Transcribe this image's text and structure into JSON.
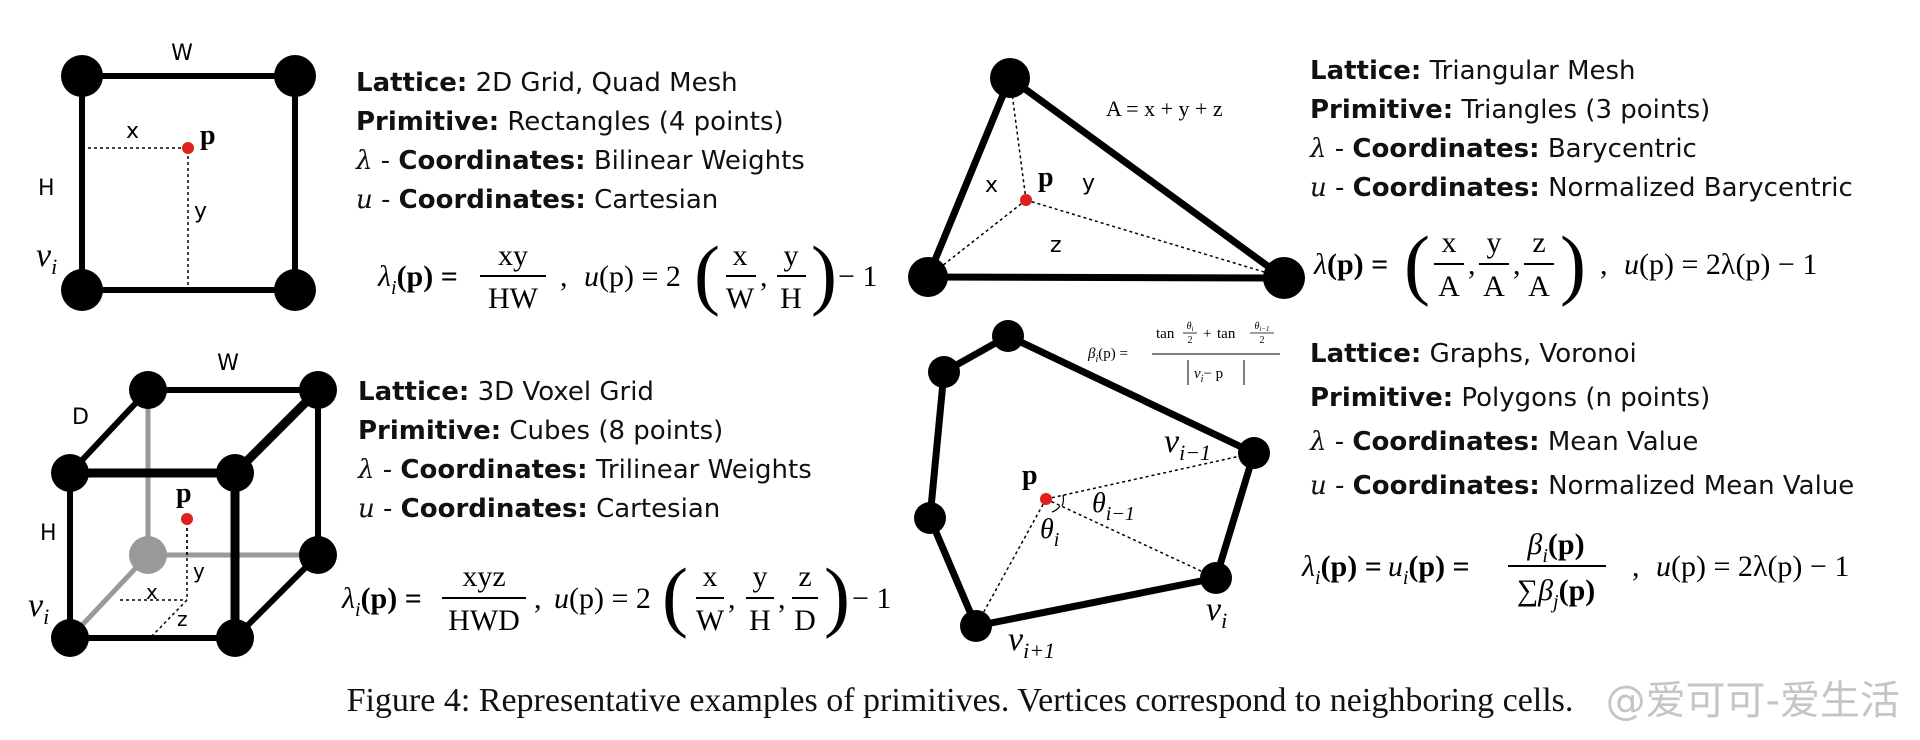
{
  "panels": [
    {
      "lattice_label": "Lattice:",
      "lattice": "2D Grid, Quad Mesh",
      "primitive_label": "Primitive:",
      "primitive": "Rectangles (4 points)",
      "lambda_sym": "λ",
      "lambda_label": "Coordinates:",
      "lambda": "Bilinear Weights",
      "u_sym": "u",
      "u_label": "Coordinates:",
      "u": "Cartesian",
      "labels": {
        "w": "W",
        "h": "H",
        "x": "x",
        "y": "y",
        "p": "p",
        "v": "v",
        "vsub": "i"
      },
      "formula": {
        "lhs": "λ",
        "lhs_sub": "i",
        "arg": "(p) =",
        "num": "xy",
        "den": "HW",
        "sep": ",",
        "u": "u",
        "uarg": "(p) = 2",
        "f1n": "x",
        "f1d": "W",
        "f2n": "y",
        "f2d": "H",
        "tail": "− 1"
      }
    },
    {
      "lattice_label": "Lattice:",
      "lattice": "3D Voxel Grid",
      "primitive_label": "Primitive:",
      "primitive": "Cubes (8 points)",
      "lambda_sym": "λ",
      "lambda_label": "Coordinates:",
      "lambda": "Trilinear Weights",
      "u_sym": "u",
      "u_label": "Coordinates:",
      "u": "Cartesian",
      "labels": {
        "w": "W",
        "d": "D",
        "h": "H",
        "x": "x",
        "y": "y",
        "z": "z",
        "p": "p",
        "v": "v",
        "vsub": "i"
      },
      "formula": {
        "lhs": "λ",
        "lhs_sub": "i",
        "arg": "(p) =",
        "num": "xyz",
        "den": "HWD",
        "sep": ",",
        "u": "u",
        "uarg": "(p) = 2",
        "f1n": "x",
        "f1d": "W",
        "f2n": "y",
        "f2d": "H",
        "f3n": "z",
        "f3d": "D",
        "tail": "− 1"
      }
    },
    {
      "lattice_label": "Lattice:",
      "lattice": "Triangular Mesh",
      "primitive_label": "Primitive:",
      "primitive": "Triangles (3 points)",
      "lambda_sym": "λ",
      "lambda_label": "Coordinates:",
      "lambda": "Barycentric",
      "u_sym": "u",
      "u_label": "Coordinates:",
      "u": "Normalized Barycentric",
      "labels": {
        "area": "A = x + y + z",
        "x": "x",
        "y": "y",
        "z": "z",
        "p": "p"
      },
      "formula": {
        "lhs": "λ",
        "arg": "(p) =",
        "f1n": "x",
        "f1d": "A",
        "f2n": "y",
        "f2d": "A",
        "f3n": "z",
        "f3d": "A",
        "sep": ",",
        "u": "u",
        "uarg": "(p) = 2λ(p) − 1"
      }
    },
    {
      "lattice_label": "Lattice:",
      "lattice": "Graphs, Voronoi",
      "primitive_label": "Primitive:",
      "primitive": "Polygons (n points)",
      "lambda_sym": "λ",
      "lambda_label": "Coordinates:",
      "lambda": "Mean Value",
      "u_sym": "u",
      "u_label": "Coordinates:",
      "u": "Normalized Mean Value",
      "labels": {
        "p": "p",
        "v": "v",
        "vi": "i",
        "vim1": "i−1",
        "vip1": "i+1",
        "theta": "θ",
        "ti": "i",
        "tim1": "i−1",
        "beta": "β",
        "beta_arg": "(p) =",
        "tan": "tan",
        "half": "2",
        "plus": "+",
        "norm_v": "v",
        "norm_i": "i",
        "norm_p": "− p"
      },
      "formula": {
        "lhs": "λ",
        "lhs_sub": "i",
        "arg": "(p) =",
        "u1": "u",
        "u1_sub": "i",
        "arg2": "(p) =",
        "num": "β",
        "num_sub": "i",
        "num_arg": "(p)",
        "den_sum": "∑",
        "den": "β",
        "den_sub": "j",
        "den_arg": "(p)",
        "sep": ",",
        "u": "u",
        "uarg": "(p) = 2λ(p) − 1"
      }
    }
  ],
  "caption": "Figure 4: Representative examples of primitives. Vertices correspond to neighboring cells.",
  "watermark": "@爱可可-爱生活",
  "colors": {
    "point": "#e0201b",
    "vertex": "#000000",
    "hidden_vertex": "#999999"
  }
}
